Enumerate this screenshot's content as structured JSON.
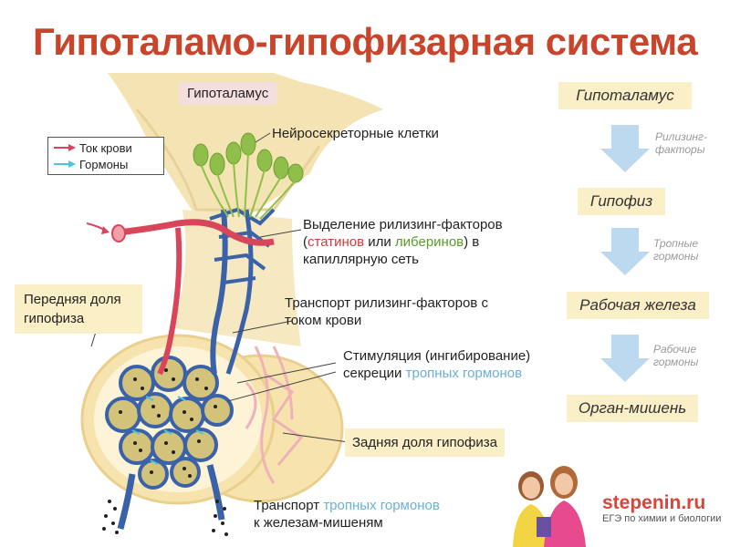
{
  "title": "Гипоталамо-гипофизарная система",
  "legend": {
    "blood": "Ток крови",
    "hormones": "Гормоны",
    "colors": {
      "blood": "#e0405a",
      "hormones": "#4cc6d8"
    }
  },
  "labels": {
    "hypothalamus": "Гипоталамус",
    "neurosecretory": "Нейросекреторные клетки",
    "release_line1": "Выделение рилизинг-факторов",
    "release_open": "(",
    "statins": "статинов",
    "or": " или ",
    "liberins": "либеринов",
    "release_close": ") в",
    "release_line3": "капиллярную сеть",
    "anterior": "Передняя доля гипофиза",
    "transport_release": "Транспорт рилизинг-факторов с током крови",
    "stimulation_line1": "Стимуляция (ингибирование)",
    "stimulation_prefix": "секреции ",
    "tropic_hormones": "тропных гормонов",
    "posterior": "Задняя доля гипофиза",
    "transport_prefix": "Транспорт ",
    "transport_tropic": "тропных гормонов",
    "transport_suffix": "к железам-мишеням"
  },
  "flow": {
    "steps": [
      "Гипоталамус",
      "Гипофиз",
      "Рабочая железа",
      "Орган-мишень"
    ],
    "notes": [
      "Рилизинг-факторы",
      "Тропные гормоны",
      "Рабочие гормоны"
    ]
  },
  "brand": {
    "name": "stepenin.ru",
    "tagline": "ЕГЭ по химии и биологии"
  },
  "colors": {
    "title": "#c8452b",
    "artery": "#d9455a",
    "vein": "#3a62a8",
    "tissue": "#f6e8c0",
    "cell": "#d2c27a",
    "neuron": "#8fbf4a",
    "arrow": "#bcd9ef"
  }
}
